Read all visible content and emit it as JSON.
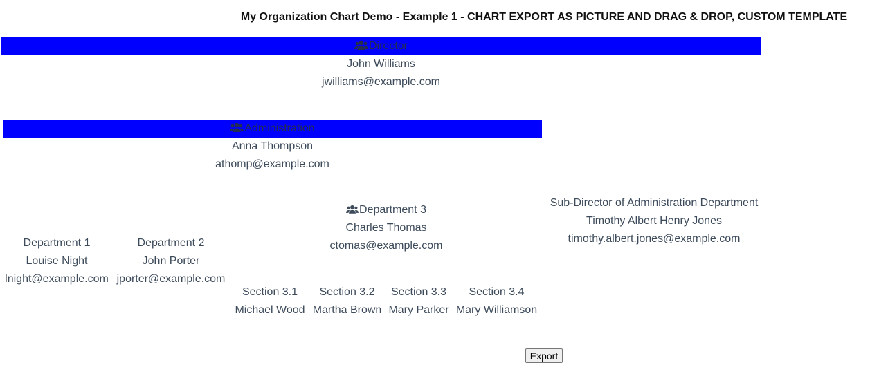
{
  "title": "My Organization Chart Demo - Example 1 - CHART EXPORT AS PICTURE AND DRAG & DROP, CUSTOM TEMPLATE",
  "colors": {
    "banner": "#0000ff",
    "text": "#3c4a5a"
  },
  "nodes": {
    "director": {
      "role": "Director",
      "name": "John Williams",
      "email": "jwilliams@example.com",
      "icon": "users-icon"
    },
    "administration": {
      "role": "Administration",
      "name": "Anna Thompson",
      "email": "athomp@example.com",
      "icon": "users-icon"
    },
    "department3": {
      "role": "Department 3",
      "name": "Charles Thomas",
      "email": "ctomas@example.com",
      "icon": "users-icon"
    },
    "subdirector": {
      "role": "Sub-Director of Administration Department",
      "name": "Timothy Albert Henry Jones",
      "email": "timothy.albert.jones@example.com"
    },
    "department1": {
      "role": "Department 1",
      "name": "Louise Night",
      "email": "lnight@example.com"
    },
    "department2": {
      "role": "Department 2",
      "name": "John Porter",
      "email": "jporter@example.com"
    },
    "section31": {
      "role": "Section 3.1",
      "name": "Michael Wood"
    },
    "section32": {
      "role": "Section 3.2",
      "name": "Martha Brown"
    },
    "section33": {
      "role": "Section 3.3",
      "name": "Mary Parker"
    },
    "section34": {
      "role": "Section 3.4",
      "name": "Mary Williamson"
    }
  },
  "export_label": "Export"
}
